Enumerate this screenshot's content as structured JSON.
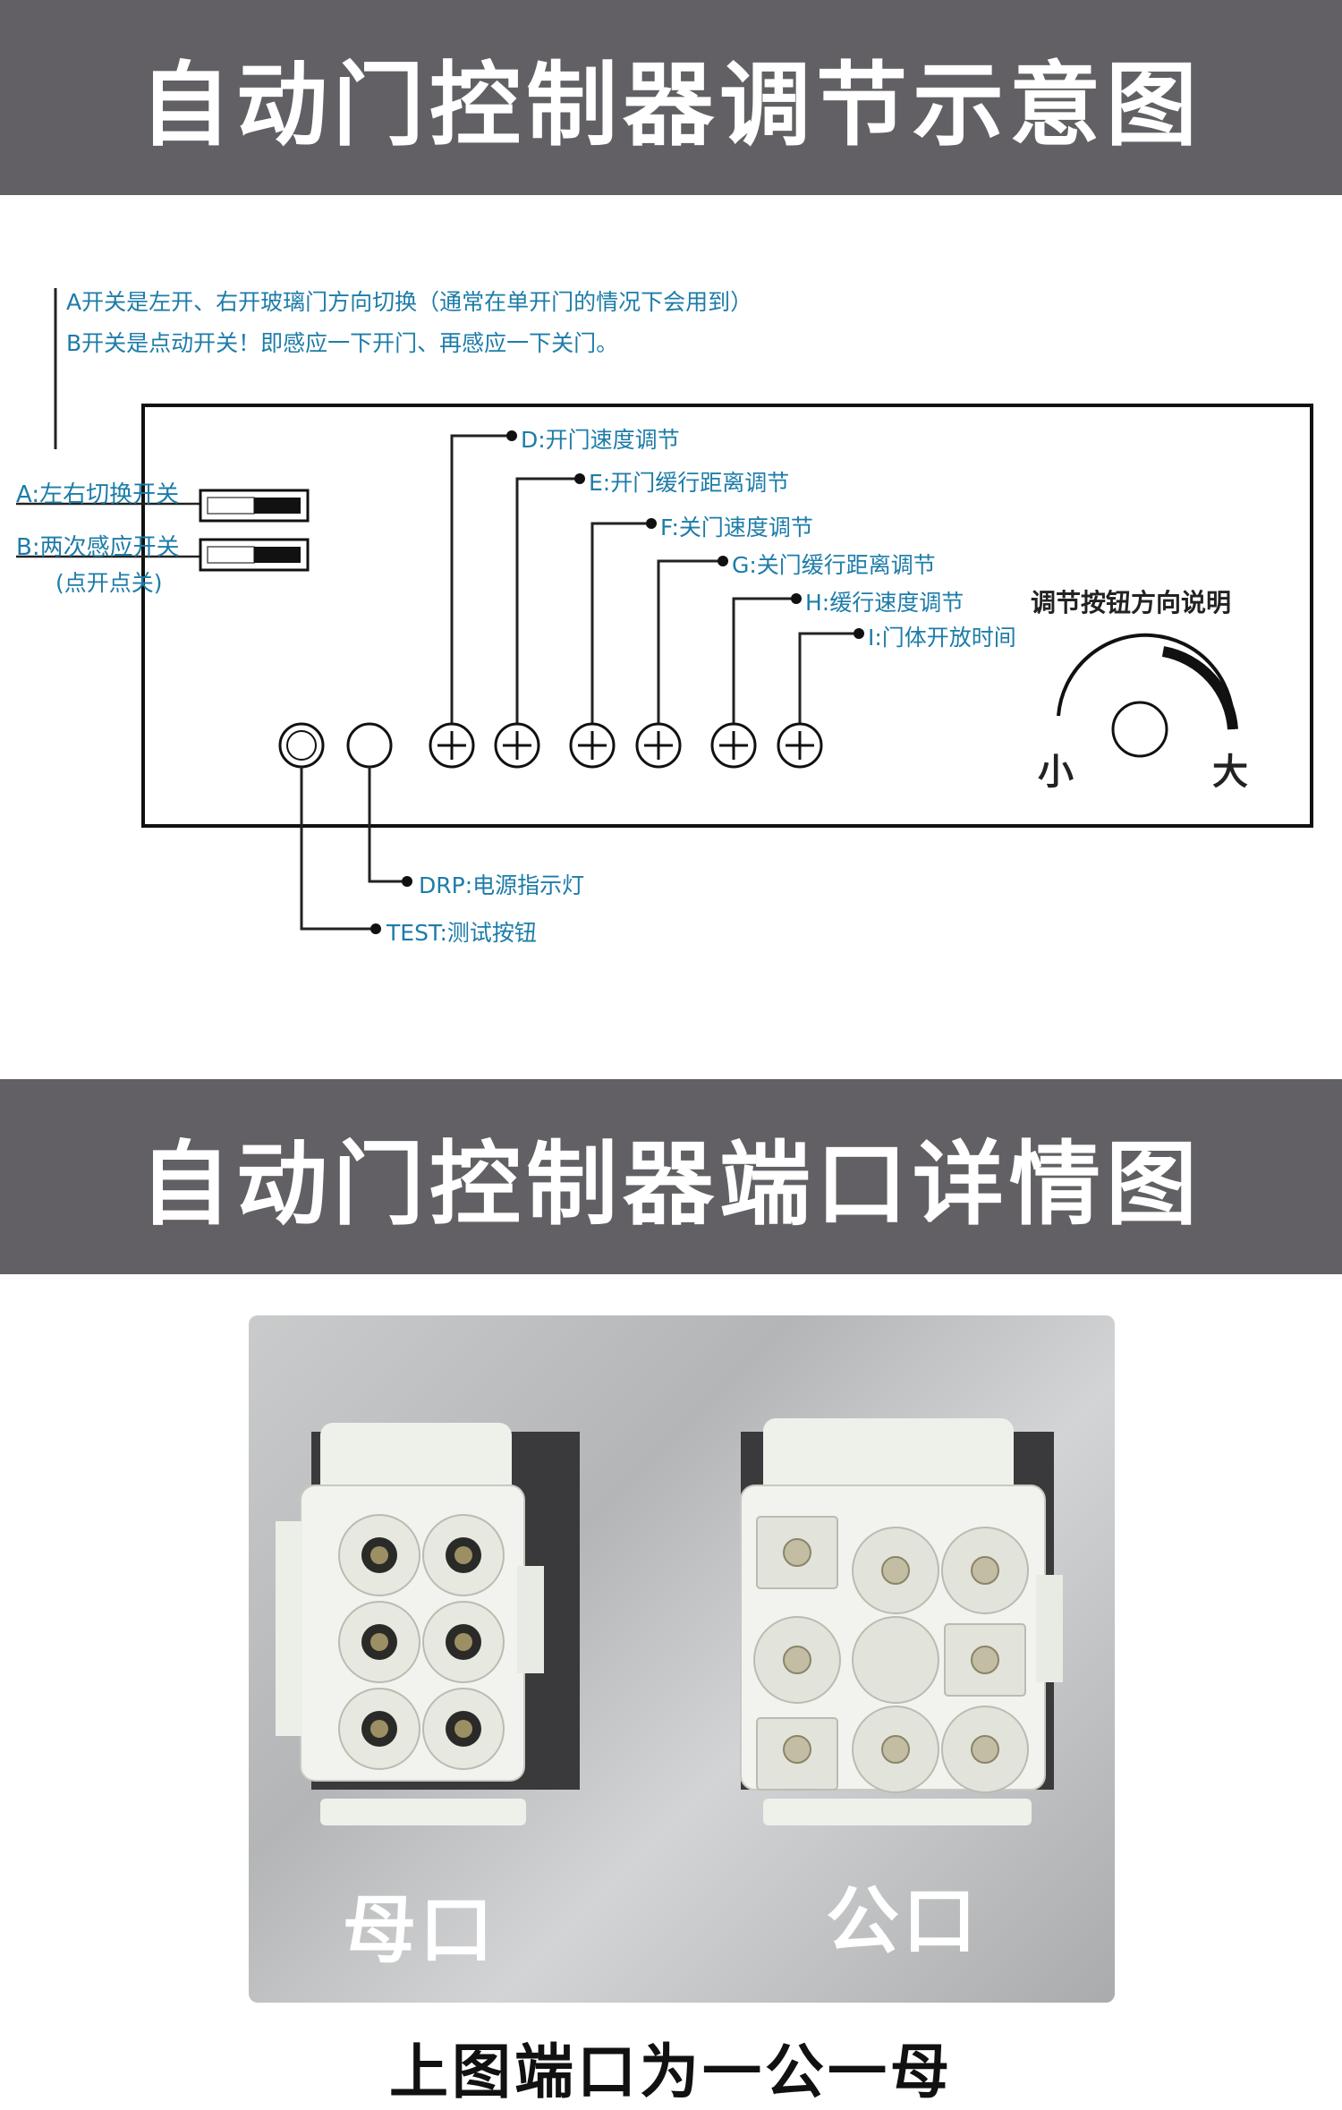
{
  "section1": {
    "title": "自动门控制器调节示意图"
  },
  "notes": {
    "line_a": "A开关是左开、右开玻璃门方向切换（通常在单开门的情况下会用到）",
    "line_b": "B开关是点动开关！即感应一下开门、再感应一下关门。"
  },
  "switches": {
    "a_label": "A:左右切换开关",
    "b_label": "B:两次感应开关",
    "b_sub": "(点开点关)"
  },
  "knobs": [
    {
      "id": "D",
      "label": "D:开门速度调节"
    },
    {
      "id": "E",
      "label": "E:开门缓行距离调节"
    },
    {
      "id": "F",
      "label": "F:关门速度调节"
    },
    {
      "id": "G",
      "label": "G:关门缓行距离调节"
    },
    {
      "id": "H",
      "label": "H:缓行速度调节"
    },
    {
      "id": "I",
      "label": "I:门体开放时间"
    }
  ],
  "knob_direction": {
    "title": "调节按钮方向说明",
    "small": "小",
    "large": "大"
  },
  "indicators": {
    "drp": "DRP:电源指示灯",
    "test": "TEST:测试按钮"
  },
  "section2": {
    "title": "自动门控制器端口详情图"
  },
  "ports": {
    "female": "母口",
    "male": "公口"
  },
  "caption": "上图端口为一公一母",
  "colors": {
    "banner": "#626064",
    "label_blue": "#1d7ca8"
  }
}
